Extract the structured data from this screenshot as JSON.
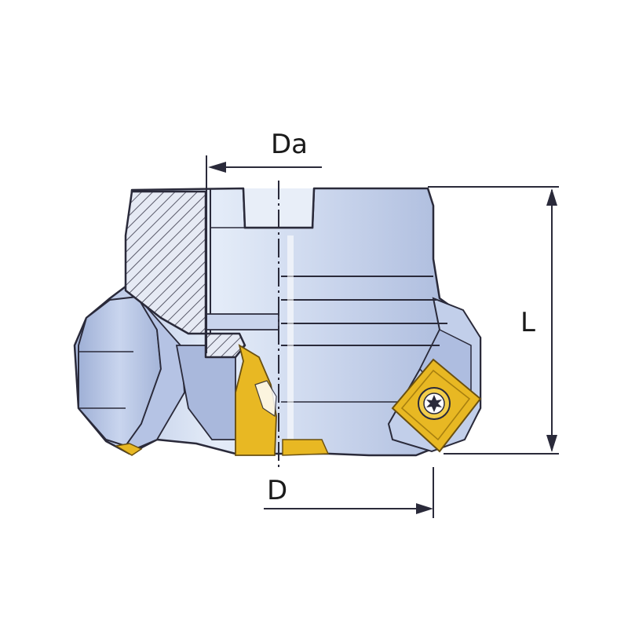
{
  "labels": {
    "da": "Da",
    "d": "D",
    "l": "L"
  },
  "colors": {
    "body_light": "#dde6f4",
    "body_mid": "#b8c6e2",
    "body_dark": "#8c9cc4",
    "outline": "#2a2a3a",
    "insert": "#e8b823",
    "insert_dark": "#a8800f",
    "hatch": "#606070",
    "background": "#ffffff"
  },
  "icons": {
    "insert_screw": "torx-screw-icon"
  }
}
